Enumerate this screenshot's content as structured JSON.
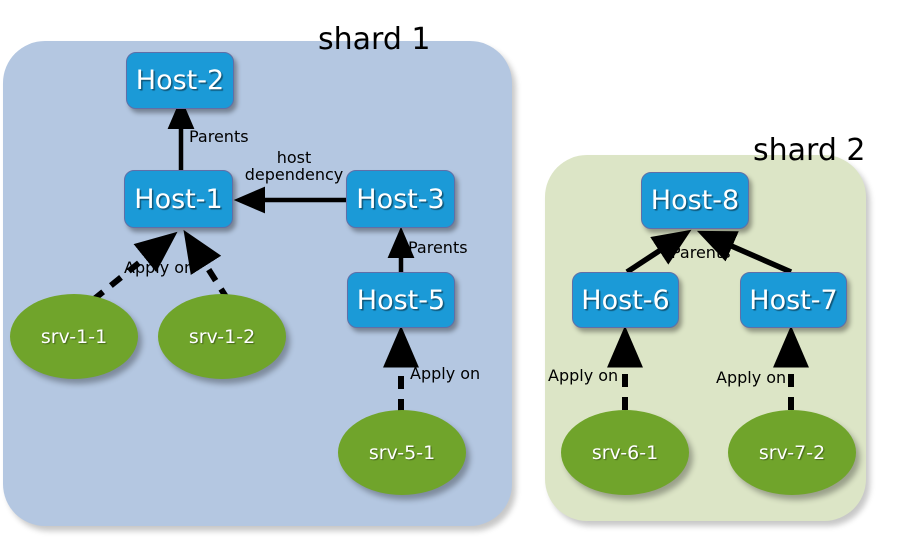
{
  "diagram": {
    "title_shard_1": "shard 1",
    "title_shard_2": "shard 2",
    "colors": {
      "shard_1_background": "#b4c7e1",
      "shard_2_background": "#dce5c6",
      "host_fill": "#1b9ad7",
      "host_border": "#5f6fa8",
      "service_fill": "#70a42b",
      "edge": "#000000",
      "text_on_node": "#ffffff",
      "label_text": "#000000"
    }
  },
  "shard1": {
    "title": "shard 1",
    "hosts": [
      {
        "id": "host-2",
        "label": "Host-2"
      },
      {
        "id": "host-1",
        "label": "Host-1"
      },
      {
        "id": "host-3",
        "label": "Host-3"
      },
      {
        "id": "host-5",
        "label": "Host-5"
      }
    ],
    "services": [
      {
        "id": "srv-1-1",
        "label": "srv-1-1"
      },
      {
        "id": "srv-1-2",
        "label": "srv-1-2"
      },
      {
        "id": "srv-5-1",
        "label": "srv-5-1"
      }
    ],
    "edges": [
      {
        "id": "e1",
        "from": "Host-1",
        "to": "Host-2",
        "label": "Parents",
        "style": "solid"
      },
      {
        "id": "e2",
        "from": "Host-3",
        "to": "Host-1",
        "label_line1": "host",
        "label_line2": "dependency",
        "style": "solid"
      },
      {
        "id": "e3",
        "from": "Host-5",
        "to": "Host-3",
        "label": "Parents",
        "style": "solid"
      },
      {
        "id": "e4",
        "from": "srv-1-1",
        "to": "Host-1",
        "label": "Apply on",
        "style": "dashed"
      },
      {
        "id": "e5",
        "from": "srv-1-2",
        "to": "Host-1",
        "label": "",
        "style": "dashed"
      },
      {
        "id": "e6",
        "from": "srv-5-1",
        "to": "Host-5",
        "label": "Apply on",
        "style": "dashed"
      }
    ],
    "labels": {
      "parents_host2": "Parents",
      "host_dependency_line1": "host",
      "host_dependency_line2": "dependency",
      "parents_host3": "Parents",
      "apply_on_host1": "Apply on",
      "apply_on_host5": "Apply on"
    }
  },
  "shard2": {
    "title": "shard 2",
    "hosts": [
      {
        "id": "host-8",
        "label": "Host-8"
      },
      {
        "id": "host-6",
        "label": "Host-6"
      },
      {
        "id": "host-7",
        "label": "Host-7"
      }
    ],
    "services": [
      {
        "id": "srv-6-1",
        "label": "srv-6-1"
      },
      {
        "id": "srv-7-2",
        "label": "srv-7-2"
      }
    ],
    "edges": [
      {
        "id": "e7",
        "from": "Host-6",
        "to": "Host-8",
        "label": "Parents",
        "style": "solid"
      },
      {
        "id": "e8",
        "from": "Host-7",
        "to": "Host-8",
        "label": "",
        "style": "solid"
      },
      {
        "id": "e9",
        "from": "srv-6-1",
        "to": "Host-6",
        "label": "Apply on",
        "style": "dashed"
      },
      {
        "id": "e10",
        "from": "srv-7-2",
        "to": "Host-7",
        "label": "Apply on",
        "style": "dashed"
      }
    ],
    "labels": {
      "parents_host8": "Parents",
      "apply_on_host6": "Apply on",
      "apply_on_host7": "Apply on"
    }
  }
}
